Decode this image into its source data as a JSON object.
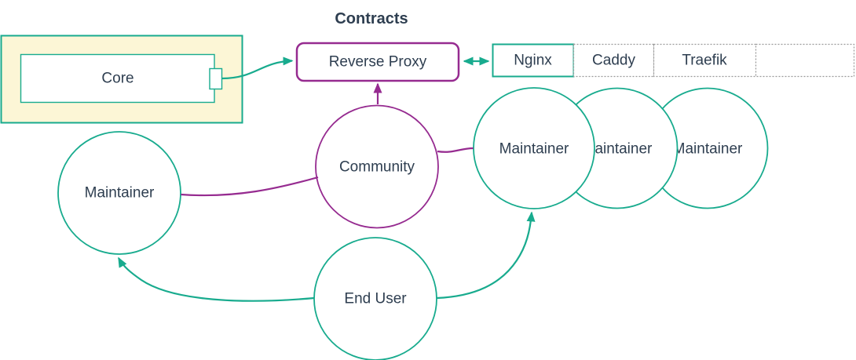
{
  "diagram": {
    "title": "Contracts",
    "type": "architecture-flow"
  },
  "colors": {
    "teal": "#18ab8e",
    "purple": "#962b90",
    "text": "#2e3e50",
    "core_fill": "#fcf6d6",
    "node_fill": "#ffffff",
    "dashed_border": "#9a9a9a"
  },
  "nodes": {
    "core": {
      "label": "Core"
    },
    "reverse_proxy": {
      "label": "Reverse Proxy"
    },
    "proxy_options": [
      {
        "label": "Nginx"
      },
      {
        "label": "Caddy"
      },
      {
        "label": "Traefik"
      },
      {
        "label": ""
      }
    ],
    "community": {
      "label": "Community"
    },
    "maintainer_left": {
      "label": "Maintainer"
    },
    "maintainer_stack": [
      {
        "label": "Maintainer"
      },
      {
        "label": "Maintainer"
      },
      {
        "label": "Maintainer"
      }
    ],
    "end_user": {
      "label": "End User"
    }
  },
  "edges": [
    {
      "from": "core",
      "to": "reverse_proxy",
      "direction": "arrow",
      "color": "#18ab8e"
    },
    {
      "from": "reverse_proxy",
      "to": "proxy_options",
      "direction": "double-arrow",
      "color": "#18ab8e"
    },
    {
      "from": "community",
      "to": "reverse_proxy",
      "direction": "arrow",
      "color": "#962b90"
    },
    {
      "from": "community",
      "to": "maintainer_left",
      "direction": "line",
      "color": "#962b90"
    },
    {
      "from": "community",
      "to": "maintainer_stack",
      "direction": "line",
      "color": "#962b90"
    },
    {
      "from": "end_user",
      "to": "maintainer_left",
      "direction": "arrow",
      "color": "#18ab8e"
    },
    {
      "from": "end_user",
      "to": "maintainer_stack",
      "direction": "arrow",
      "color": "#18ab8e"
    }
  ]
}
